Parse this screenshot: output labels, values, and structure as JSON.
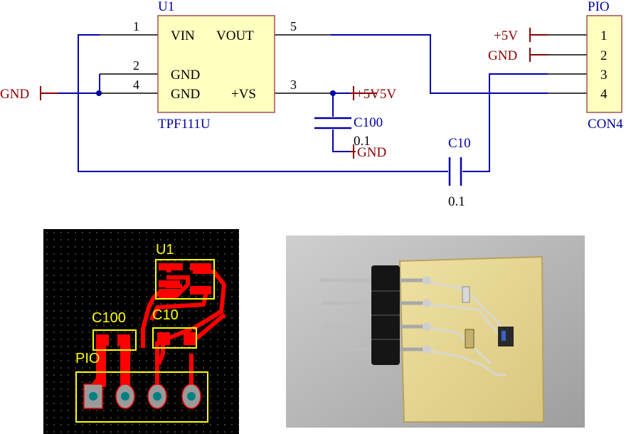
{
  "schematic": {
    "u1": {
      "designator": "U1",
      "part": "TPF111U",
      "pins": [
        {
          "number": "1",
          "name": "VIN"
        },
        {
          "number": "5",
          "name": "VOUT"
        },
        {
          "number": "2",
          "name": "GND"
        },
        {
          "number": "4",
          "name": "GND"
        },
        {
          "number": "3",
          "name": "+VS"
        }
      ]
    },
    "pio": {
      "designator": "PIO",
      "part": "CON4",
      "pins": [
        "1",
        "2",
        "3",
        "4"
      ],
      "net_labels": [
        "+5V",
        "GND"
      ]
    },
    "c100": {
      "designator": "C100",
      "value": "0.1"
    },
    "c10": {
      "designator": "C10",
      "value": "0.1"
    },
    "power_labels": {
      "gnd_left": "GND",
      "vs_supply": "+5V5V",
      "c100_gnd": "GND"
    },
    "colors": {
      "wire": "#0000a8",
      "part_fill": "#ffffc0",
      "part_border": "#a05050",
      "pin_text": "#0000a0",
      "power": "#8b0000"
    }
  },
  "pcb": {
    "labels": {
      "u1": "U1",
      "c100": "C100",
      "c10": "C10",
      "pio": "PIO"
    },
    "colors": {
      "background": "#000000",
      "copper": "#ff0000",
      "silk": "#ffff00",
      "pad": "#999999",
      "drill": "#008080"
    }
  },
  "photo": {
    "subject": "assembled-board-photo",
    "colors": {
      "board": "#e6d590",
      "header": "#151515",
      "pins": "#c0c0c0",
      "background": "#b8b8b8"
    }
  }
}
